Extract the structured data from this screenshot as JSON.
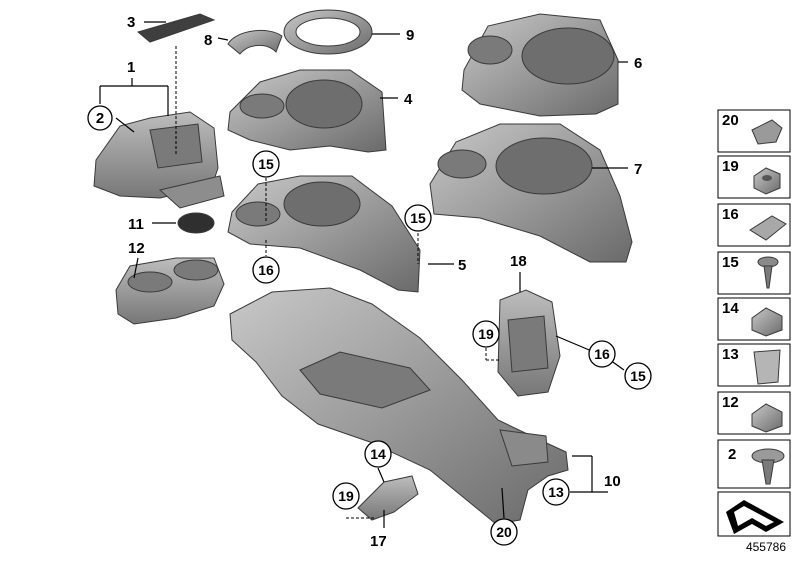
{
  "diagram": {
    "labels": {
      "p1": "1",
      "p2": "2",
      "p3": "3",
      "p4": "4",
      "p5": "5",
      "p6": "6",
      "p7": "7",
      "p8": "8",
      "p9": "9",
      "p10": "10",
      "p11": "11",
      "p12": "12",
      "p13": "13",
      "p14": "14",
      "p15a": "15",
      "p15b": "15",
      "p15c": "15",
      "p16a": "16",
      "p16b": "16",
      "p17": "17",
      "p18": "18",
      "p19a": "19",
      "p19b": "19",
      "p20": "20"
    },
    "side_panel": [
      "20",
      "19",
      "16",
      "15",
      "14",
      "13",
      "12",
      "2"
    ],
    "reference_number": "455786",
    "colors": {
      "part_fill": "#9b9b9b",
      "part_dark": "#6e6e6e",
      "part_light": "#c4c4c4"
    }
  }
}
